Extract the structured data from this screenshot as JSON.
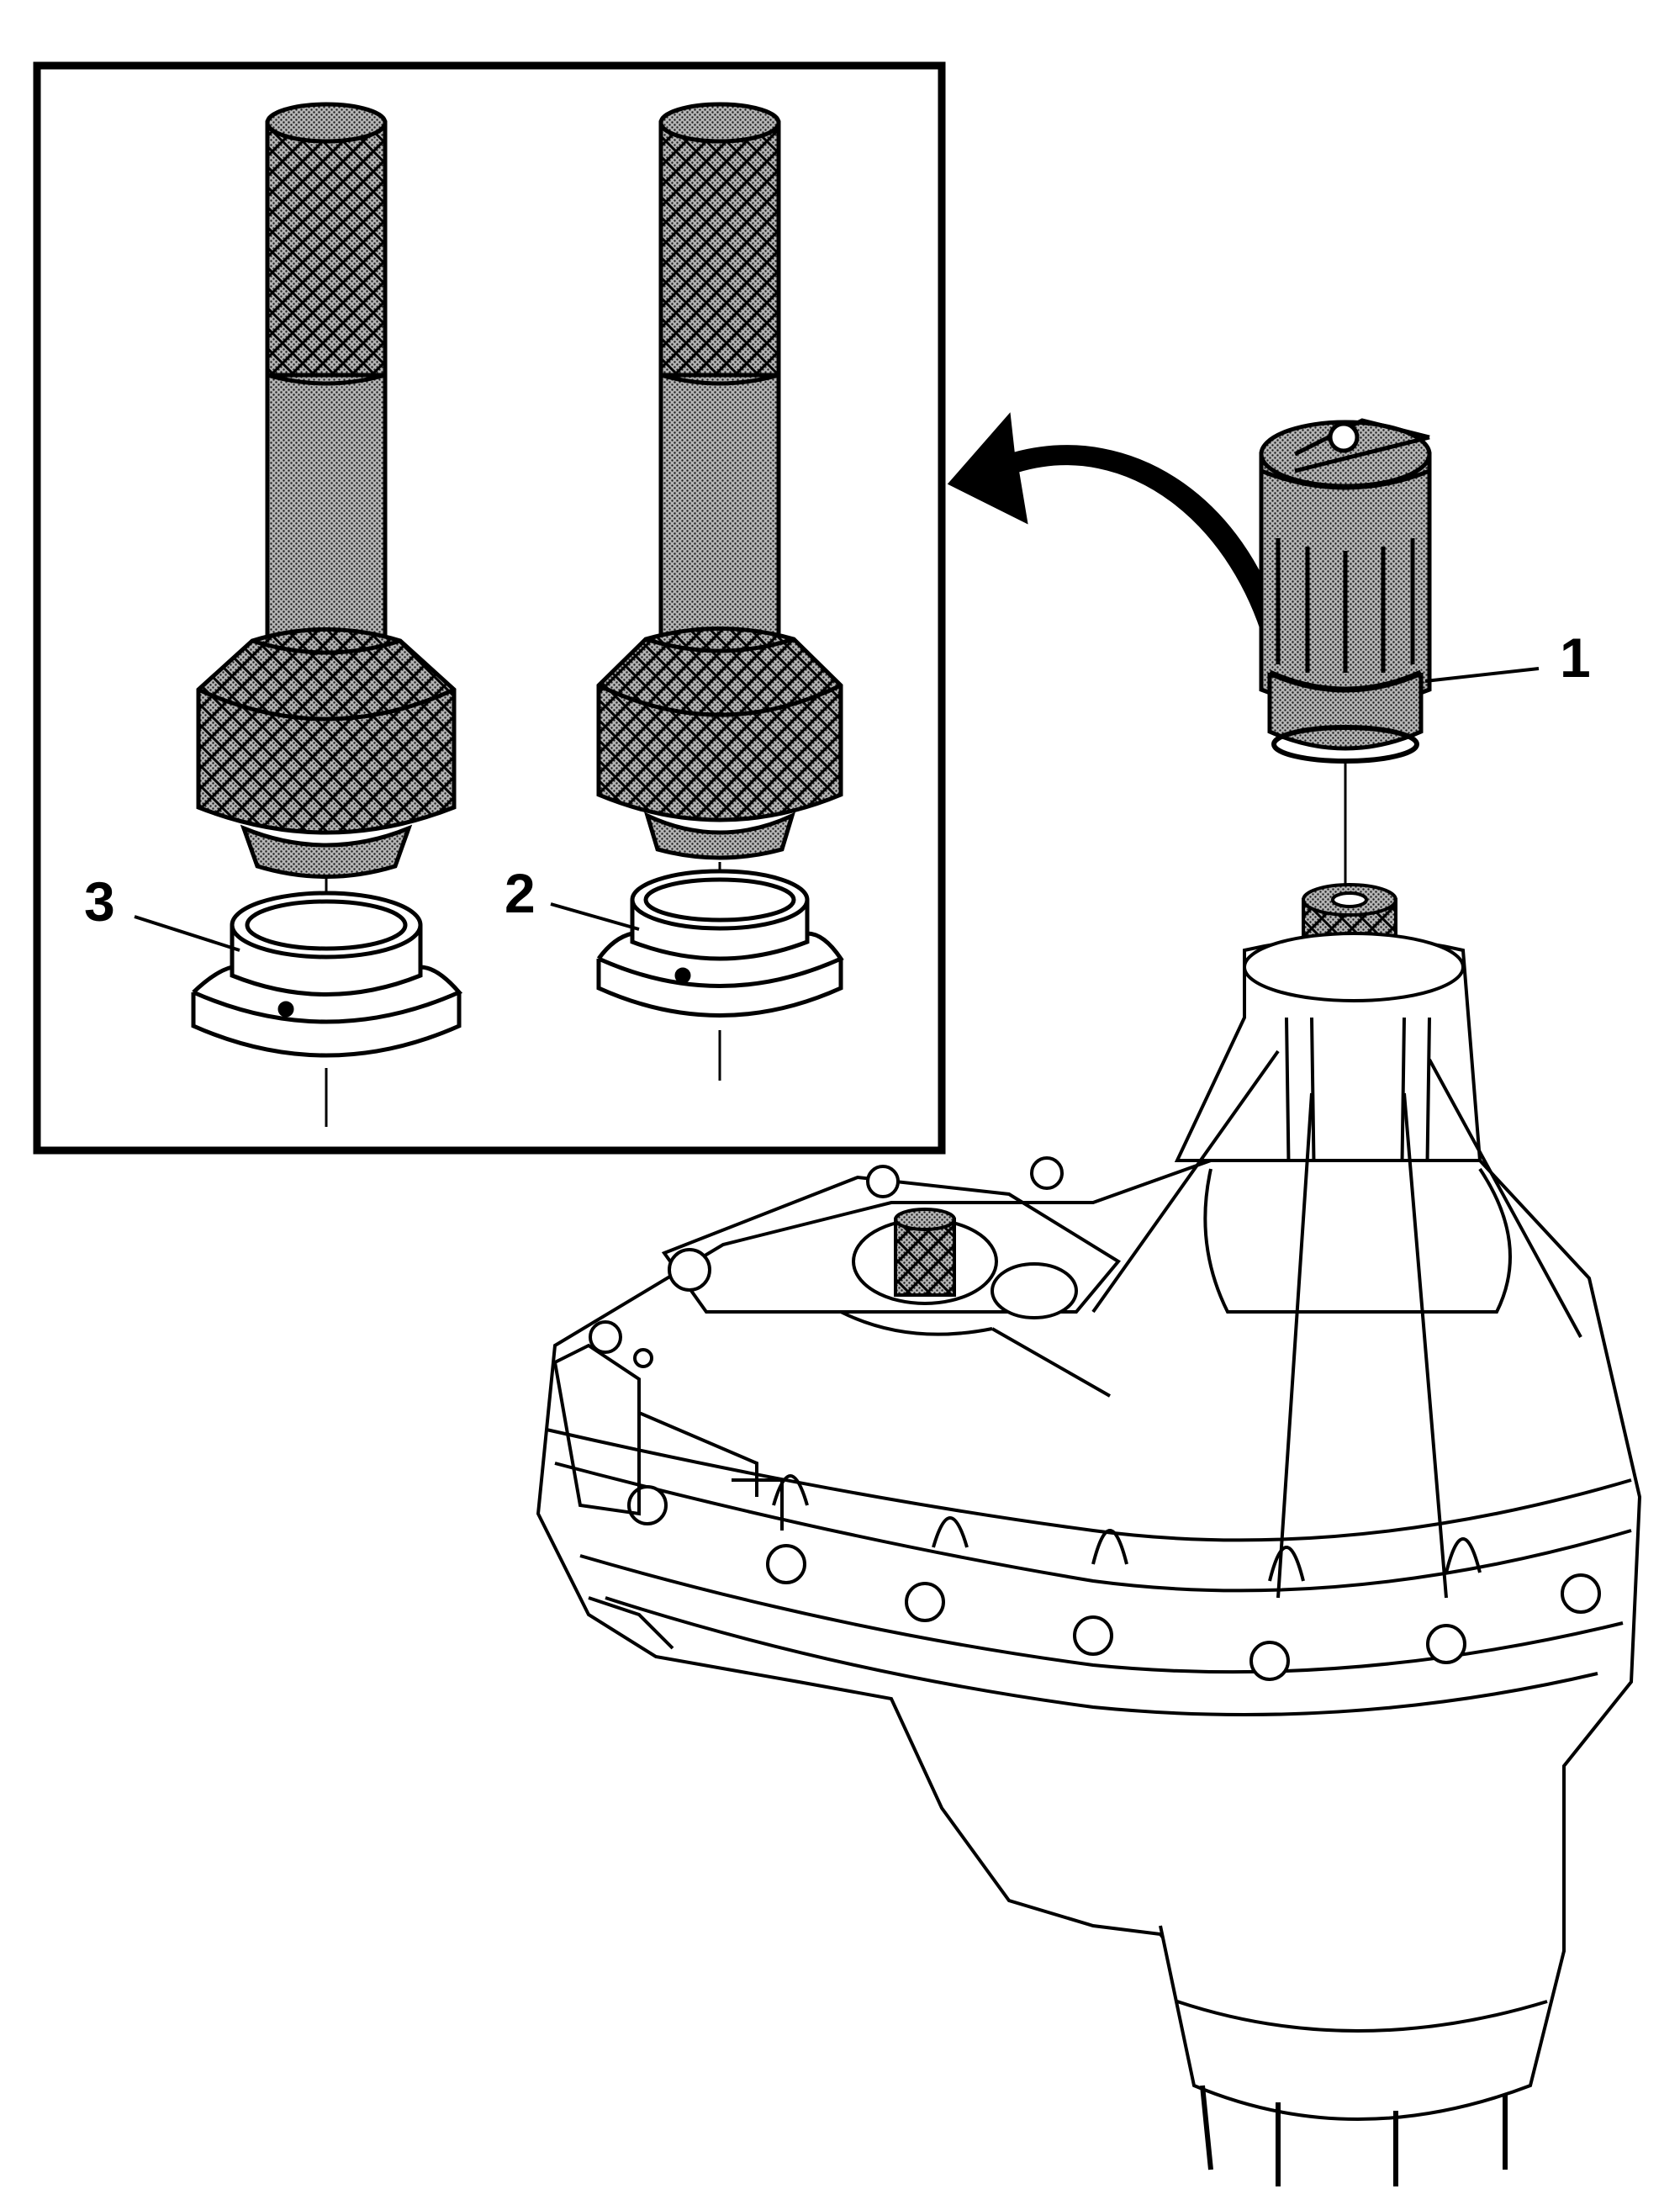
{
  "diagram": {
    "callouts": [
      {
        "id": "1",
        "label": "1"
      },
      {
        "id": "2",
        "label": "2"
      },
      {
        "id": "3",
        "label": "3"
      }
    ],
    "colors": {
      "line": "#000000",
      "background": "#ffffff",
      "stipple": "#9a9a9a"
    }
  }
}
